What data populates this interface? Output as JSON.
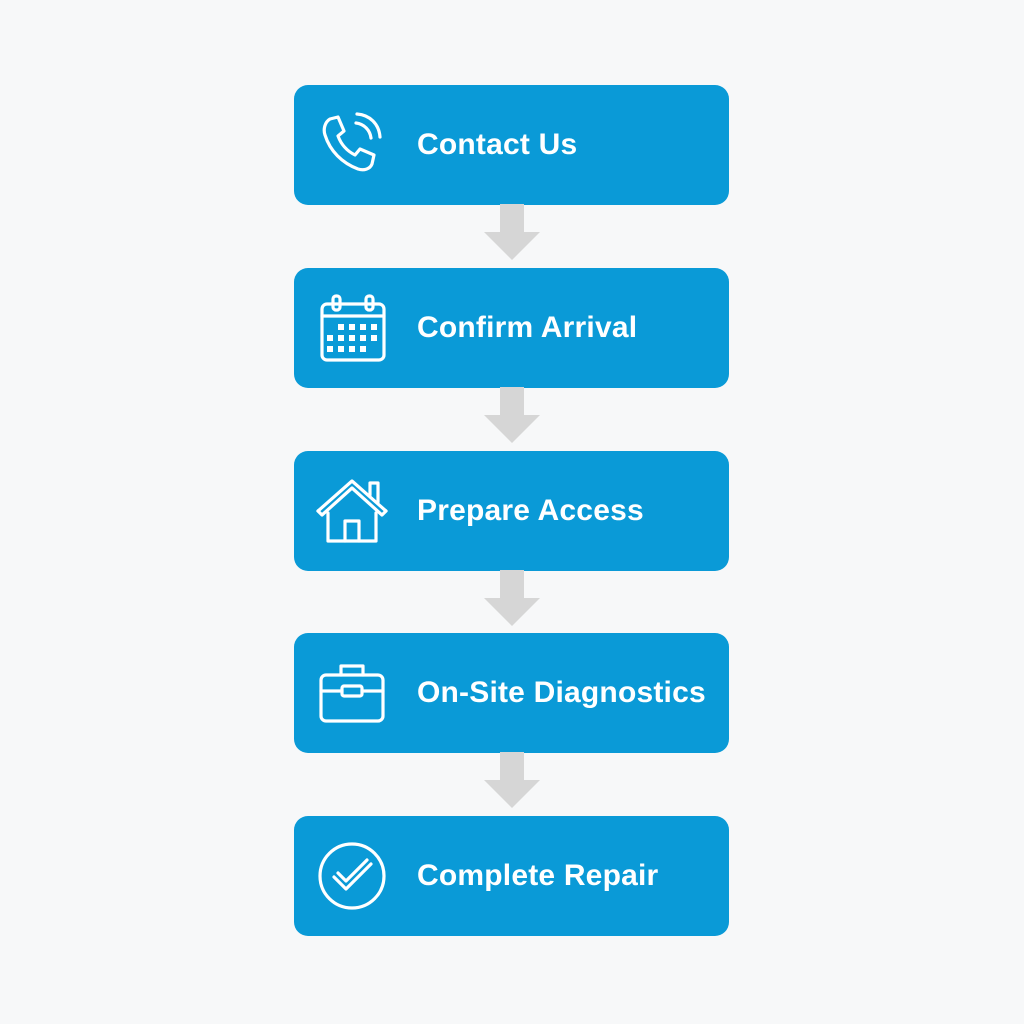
{
  "colors": {
    "background": "#f7f8f9",
    "step_fill": "#0a9ad7",
    "step_text": "#ffffff",
    "arrow": "#d6d6d6"
  },
  "steps": [
    {
      "label": "Contact Us",
      "icon": "phone-icon"
    },
    {
      "label": "Confirm Arrival",
      "icon": "calendar-icon"
    },
    {
      "label": "Prepare Access",
      "icon": "house-icon"
    },
    {
      "label": "On-Site Diagnostics",
      "icon": "toolbox-icon"
    },
    {
      "label": "Complete Repair",
      "icon": "check-circle-icon"
    }
  ]
}
